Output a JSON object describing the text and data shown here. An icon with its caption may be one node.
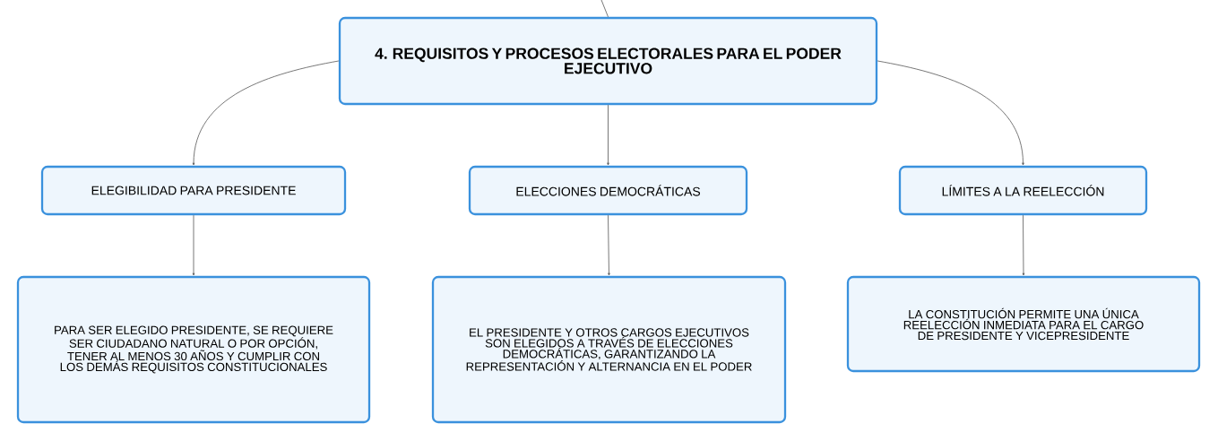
{
  "diagram": {
    "nodes": [
      {
        "text": [
          "4. REQUISITOS Y PROCESOS ELECTORALES PARA EL PODER EJECUTIVO"
        ]
      },
      {
        "text": [
          "ELEGIBILIDAD PARA PRESIDENTE"
        ]
      },
      {
        "text": [
          "ELECCIONES DEMOCRÁTICAS"
        ]
      },
      {
        "text": [
          "LÍMITES A LA REELECCIÓN"
        ]
      },
      {
        "text": [
          "PARA SER ELEGIDO PRESIDENTE, SE REQUIERE SER CIUDADANO NATURAL O POR OPCIÓN, TENER AL MENOS 30 AÑOS Y CUMPLIR CON LOS DEMÁS REQUISITOS CONSTITUCIONALES"
        ]
      },
      {
        "text": [
          "EL PRESIDENTE Y OTROS CARGOS EJECUTIVOS SON ELEGIDOS A TRAVÉS DE ELECCIONES DEMOCRÁTICAS, GARANTIZANDO LA REPRESENTACIÓN Y ALTERNANCIA EN EL PODER"
        ]
      },
      {
        "text": [
          "LA CONSTITUCIÓN PERMITE UNA ÚNICA REELECCIÓN INMEDIATA PARA EL CARGO DE PRESIDENTE Y VICEPRESIDENTE"
        ]
      }
    ],
    "edges": [
      {
        "from": null,
        "to": 0,
        "arrow": "none"
      },
      {
        "from": 0,
        "to": 1,
        "arrow": "to"
      },
      {
        "from": 0,
        "to": 2,
        "arrow": "to"
      },
      {
        "from": 0,
        "to": 3,
        "arrow": "to"
      },
      {
        "from": 1,
        "to": 4,
        "arrow": "to"
      },
      {
        "from": 2,
        "to": 5,
        "arrow": "to"
      },
      {
        "from": 3,
        "to": 6,
        "arrow": "to"
      }
    ]
  }
}
